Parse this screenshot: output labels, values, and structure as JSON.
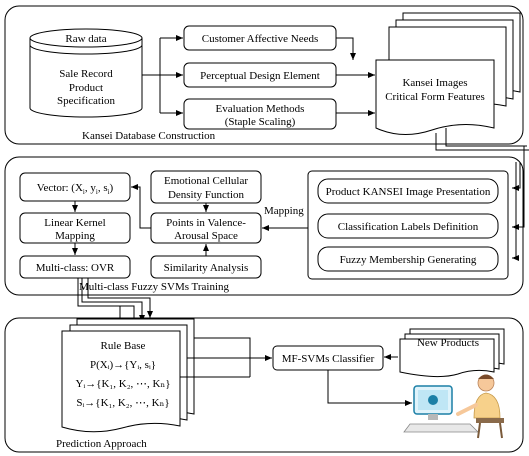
{
  "panel1": {
    "caption": "Kansei Database Construction",
    "raw_data": "Raw data",
    "sale_record": "Sale Record",
    "product": "Product",
    "specification": "Specification",
    "customer_needs": "Customer Affective Needs",
    "perceptual": "Perceptual Design Element",
    "evaluation_1": "Evaluation Methods",
    "evaluation_2": "(Staple Scaling)",
    "kansei_1": "Kansei Images",
    "kansei_2": "Critical Form Features"
  },
  "panel2": {
    "caption": "Multi-class Fuzzy SVMs Training",
    "vector": "Vector: (X",
    "vector_sub_i1": "i",
    "vector_mid1": ", y",
    "vector_sub_i2": "i",
    "vector_mid2": ", s",
    "vector_sub_i3": "i",
    "vector_end": ")",
    "linear_1": "Linear Kernel",
    "linear_2": "Mapping",
    "multiclass": "Multi-class: OVR",
    "emotional_1": "Emotional Cellular",
    "emotional_2": "Density Function",
    "points_1": "Points in Valence-",
    "points_2": "Arousal Space",
    "similarity": "Similarity Analysis",
    "mapping": "Mapping",
    "kansei_presentation": "Product KANSEI Image Presentation",
    "classification": "Classification Labels Definition",
    "fuzzy": "Fuzzy Membership Generating"
  },
  "panel3": {
    "caption": "Prediction Approach",
    "rule_base": "Rule Base",
    "rule1": "P(Xᵢ)→{Yᵢ, sᵢ}",
    "rule2": "Yᵢ→{K₁, K₂, ⋯, Kₙ}",
    "rule3": "Sᵢ→{K₁, K₂, ⋯, Kₙ}",
    "classifier": "MF-SVMs Classifier",
    "new_products": "New Products"
  },
  "icons": [
    "database-icon",
    "user-at-computer-icon"
  ]
}
